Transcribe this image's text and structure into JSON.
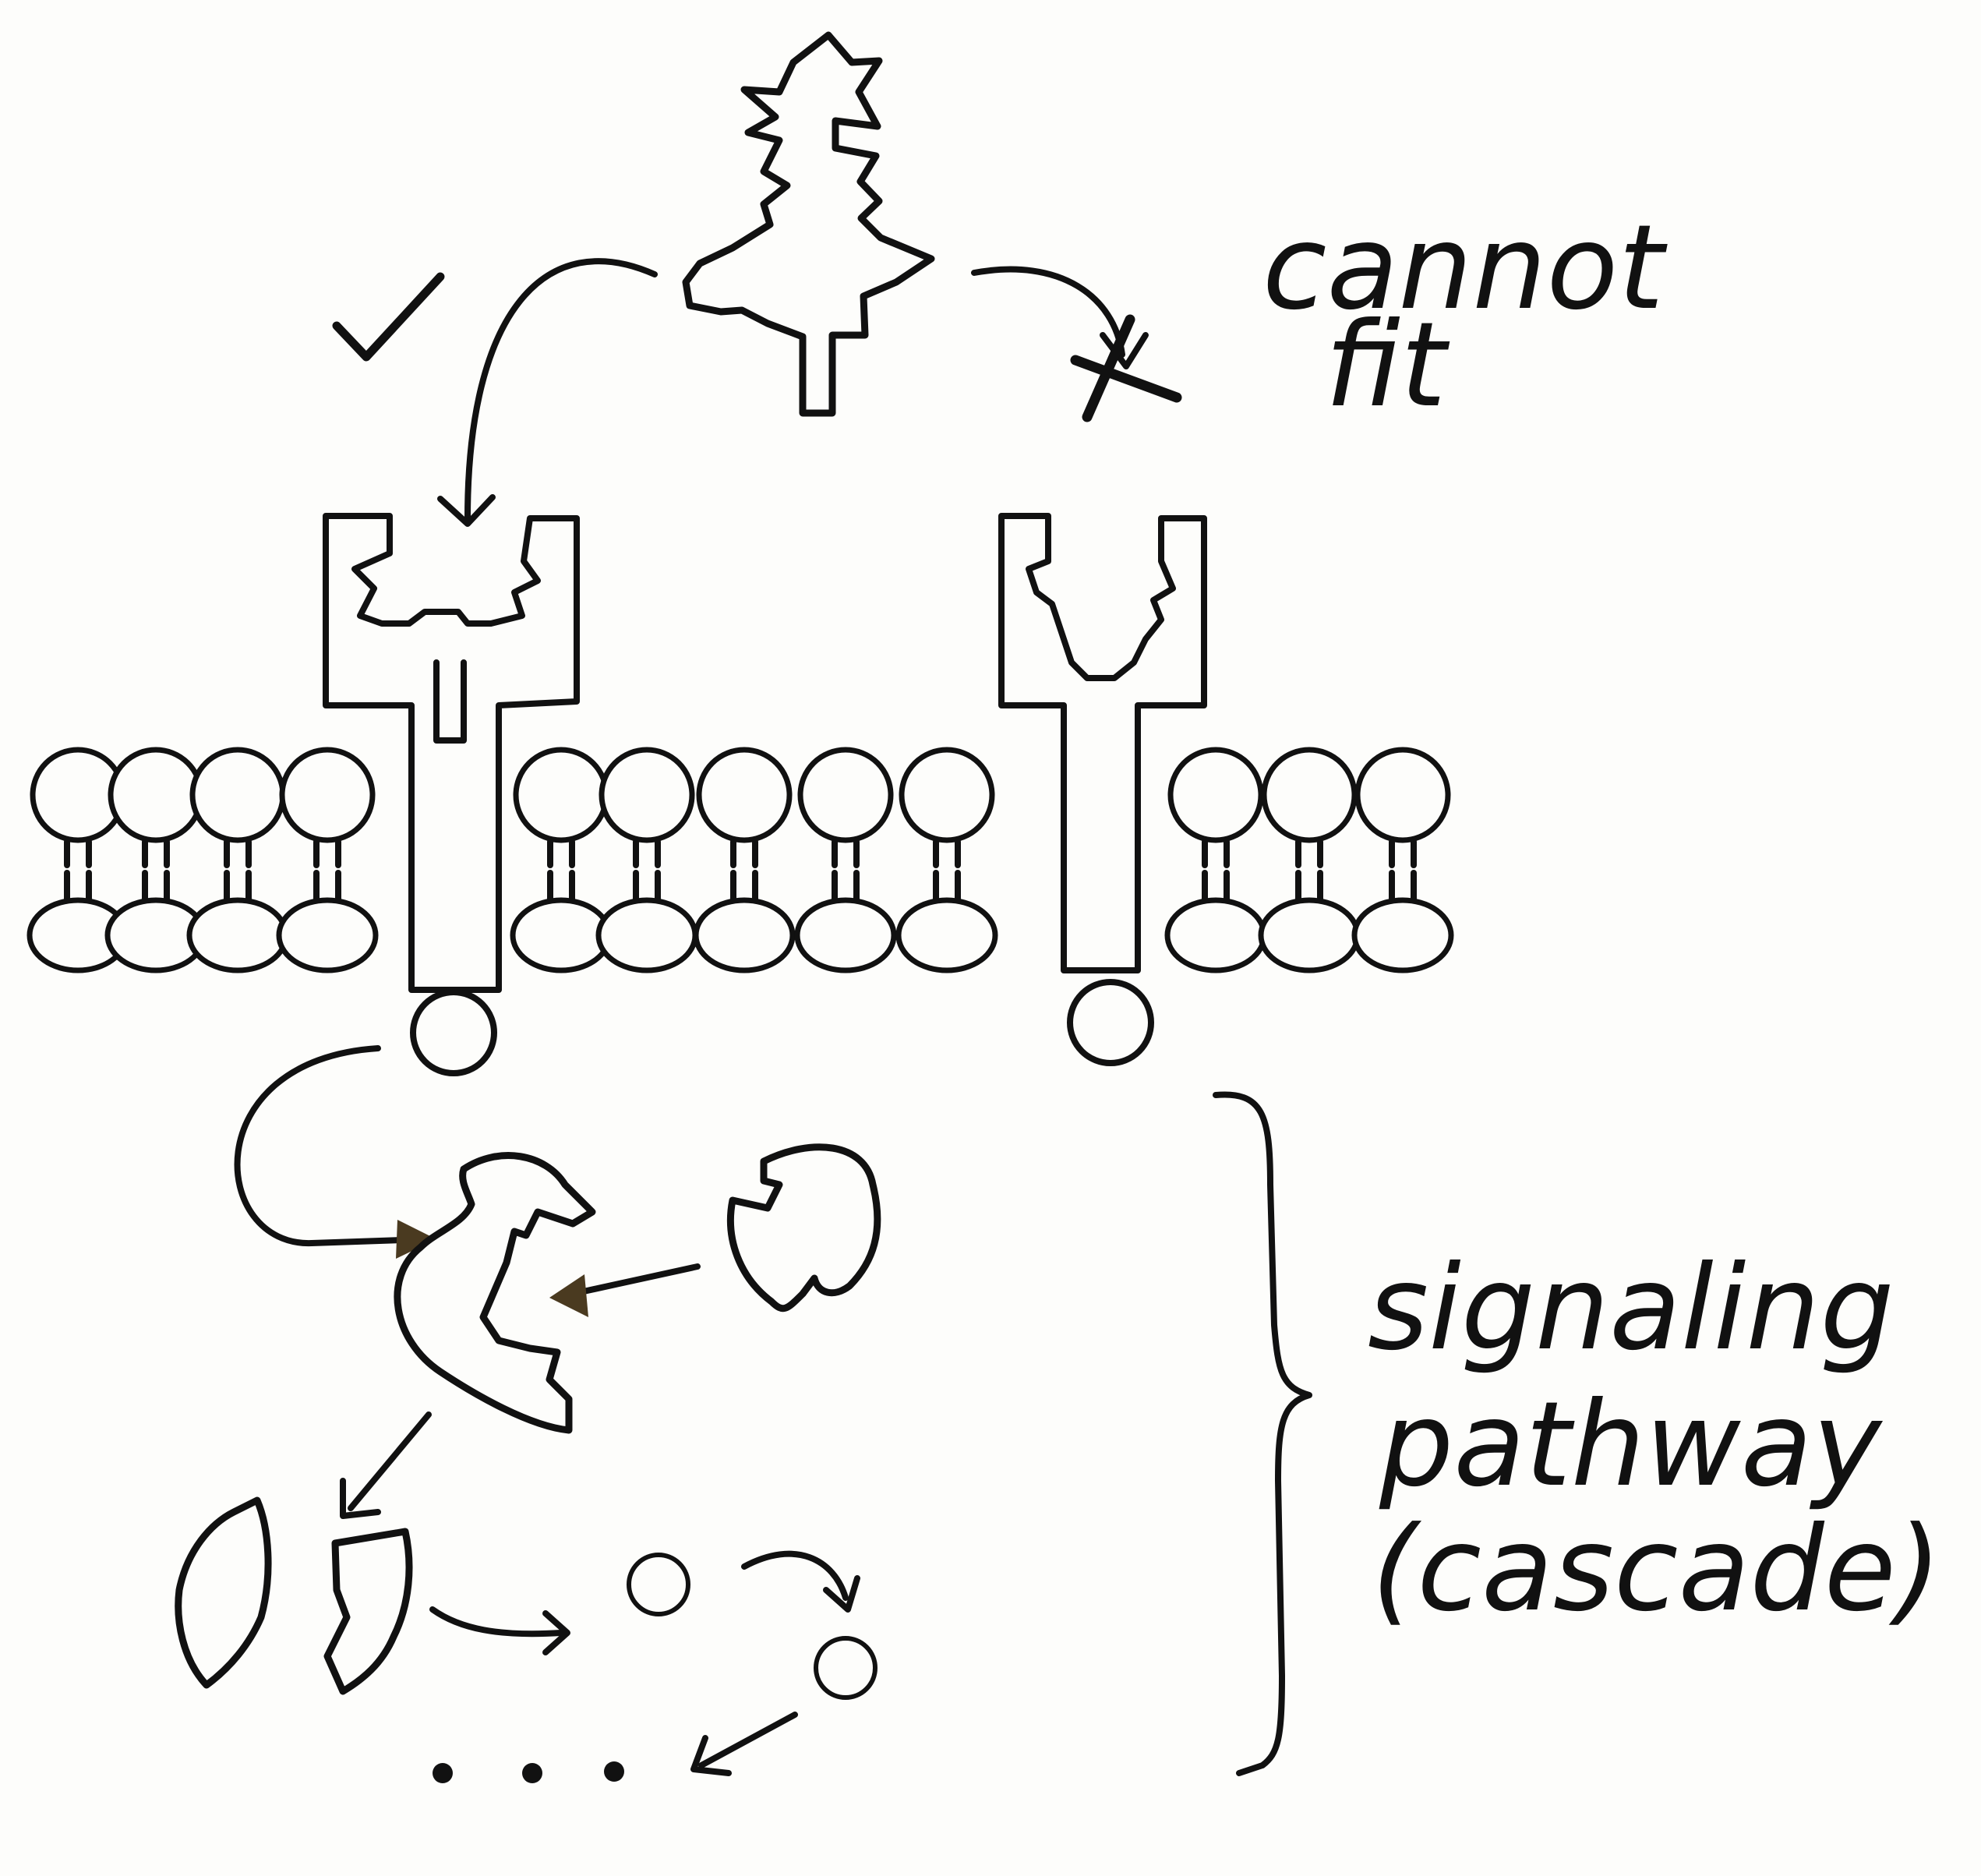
{
  "labels": {
    "cannot_fit_line1": "cannot",
    "cannot_fit_line2": "fit",
    "cascade_line1": "signaling",
    "cascade_line2": "pathway",
    "cascade_line3": "(cascade)",
    "fit_mark": "✓",
    "nofit_mark": "✗"
  },
  "colors": {
    "ligand": "#f8f6cf",
    "receptor_fit": "#c8436b",
    "receptor_nofit": "#3aa9c4",
    "enzyme": "#c03a62",
    "substrate": "#f6ef86",
    "product_dot": "#7d0f22",
    "ink": "#111111",
    "tail_ball": "#fbf3e0"
  },
  "icons": {
    "ligand": "tree-shaped-ligand-icon",
    "receptor_fit": "matching-receptor-icon",
    "receptor_nofit": "non-matching-receptor-icon",
    "membrane": "phospholipid-bilayer",
    "enzyme": "enzyme-icon",
    "substrate": "substrate-icon",
    "cleaved_fragments": "fragment-icon",
    "second_messengers": "messenger-dot-icon"
  }
}
